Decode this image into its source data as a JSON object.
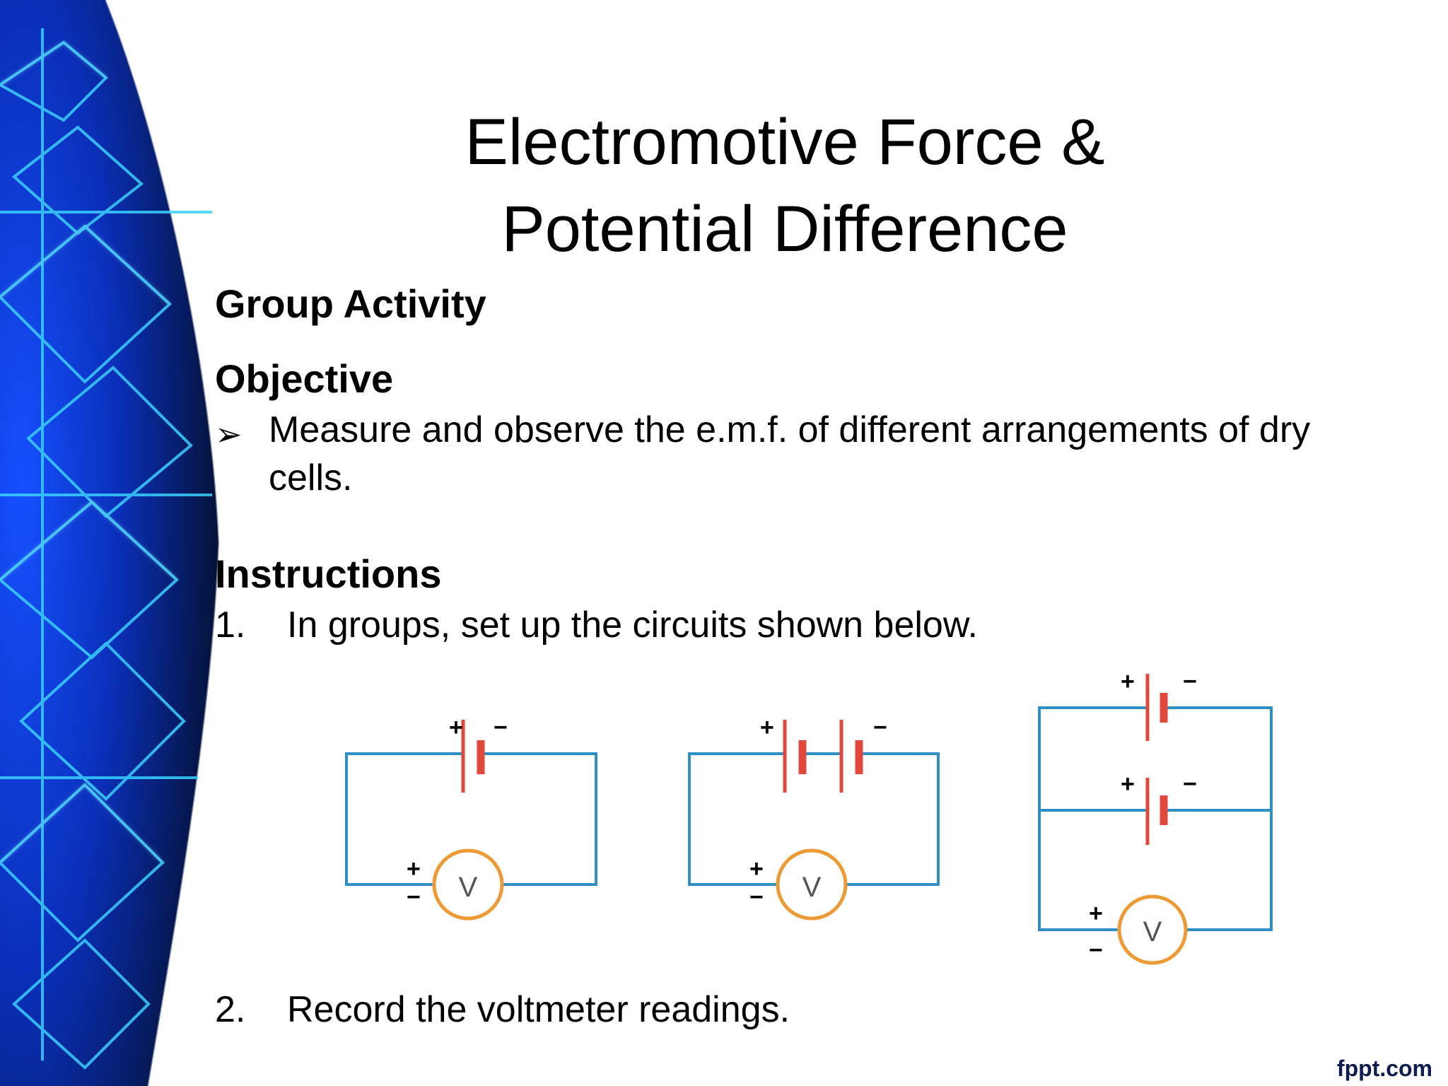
{
  "slide": {
    "title_line1": "Electromotive Force &",
    "title_line2": "Potential Difference",
    "group_heading": "Group Activity",
    "objective_heading": "Objective",
    "objective_bullet_glyph": "➢",
    "objective_text": "Measure and observe the e.m.f. of different arrangements of dry cells.",
    "instructions_heading": "Instructions",
    "instruction1_number": "1.",
    "instruction1_text": "In groups, set up the circuits shown below.",
    "instruction2_number": "2.",
    "instruction2_text": "Record the voltmeter readings.",
    "brand": "fppt.com"
  },
  "circuits": {
    "plus": "+",
    "minus": "−",
    "voltmeter": "V",
    "wire_color": "#2f8fc4",
    "cell_color": "#e0483c",
    "meter_color": "#ee9a35"
  },
  "colors": {
    "bg_dark": "#041238",
    "bg_blue": "#0b3bd6",
    "glow": "#39d1ff"
  }
}
